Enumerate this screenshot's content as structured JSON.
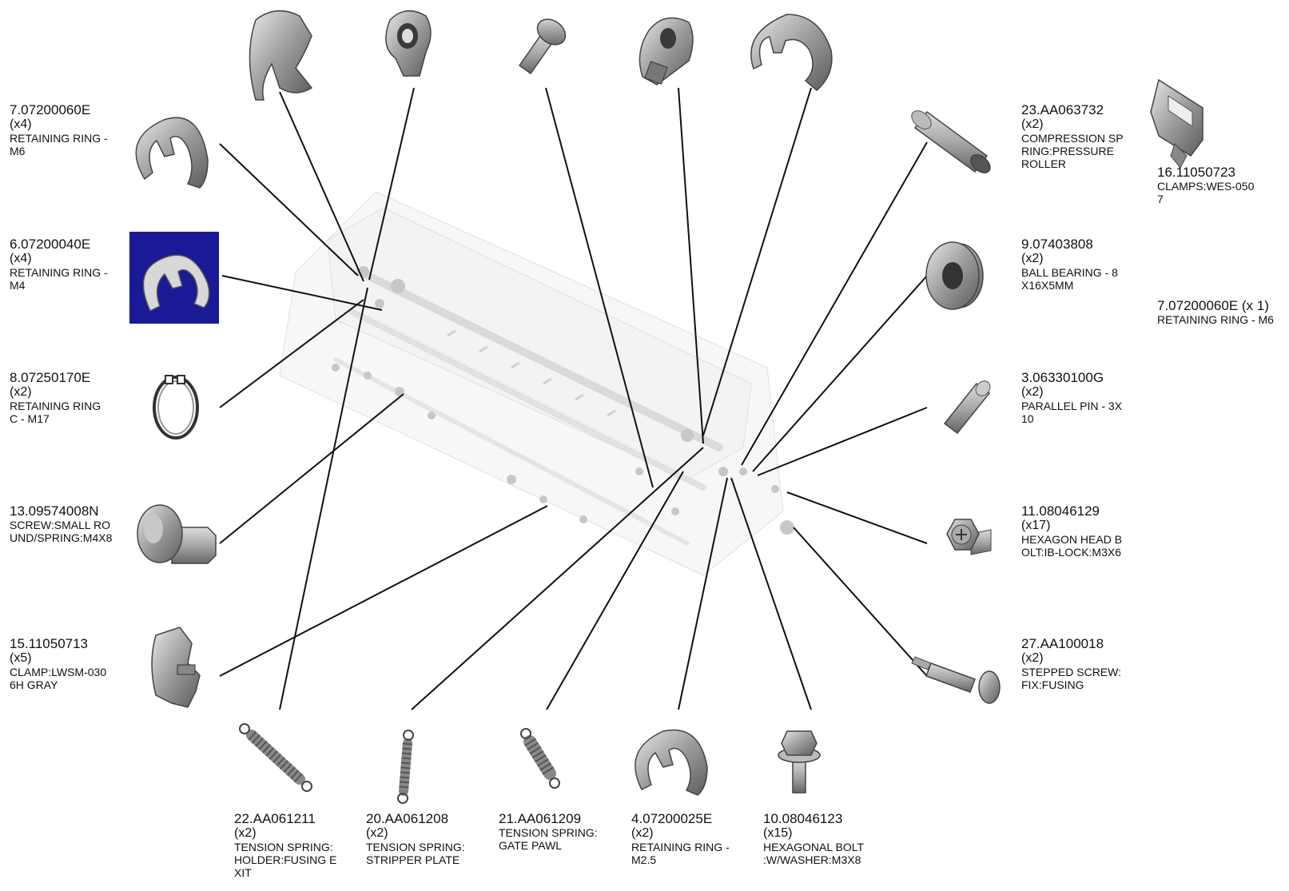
{
  "labels": {
    "c7": {
      "part": "7.07200060E",
      "qty": "(x4)",
      "desc": "RETAINING RING -\nM6"
    },
    "c6": {
      "part": "6.07200040E",
      "qty": "(x4)",
      "desc": "RETAINING RING -\nM4"
    },
    "c8": {
      "part": "8.07250170E",
      "qty": "(x2)",
      "desc": "RETAINING RING\nC - M17"
    },
    "c13": {
      "part": "13.09574008N",
      "desc": "SCREW:SMALL RO\nUND/SPRING:M4X8"
    },
    "c15": {
      "part": "15.11050713",
      "qty": "(x5)",
      "desc": "CLAMP:LWSM-030\n6H GRAY"
    },
    "c23": {
      "part": "23.AA063732",
      "qty": "(x2)",
      "desc": "COMPRESSION SP\nRING:PRESSURE\nROLLER"
    },
    "c16": {
      "part": "16.11050723",
      "desc": "CLAMPS:WES-050\n7"
    },
    "c9": {
      "part": "9.07403808",
      "qty": "(x2)",
      "desc": "BALL BEARING - 8\nX16X5MM"
    },
    "c7b": {
      "part": "7.07200060E (x 1)",
      "desc": "RETAINING RING - M6"
    },
    "c3": {
      "part": "3.06330100G",
      "qty": "(x2)",
      "desc": "PARALLEL PIN - 3X\n10"
    },
    "c11": {
      "part": "11.08046129",
      "qty": "(x17)",
      "desc": "HEXAGON HEAD B\nOLT:IB-LOCK:M3X6"
    },
    "c27": {
      "part": "27.AA100018",
      "qty": "(x2)",
      "desc": "STEPPED SCREW:\nFIX:FUSING"
    },
    "c22": {
      "part": "22.AA061211",
      "qty": "(x2)",
      "desc": "TENSION SPRING:\nHOLDER:FUSING E\nXIT"
    },
    "c20": {
      "part": "20.AA061208",
      "qty": "(x2)",
      "desc": "TENSION SPRING:\nSTRIPPER PLATE"
    },
    "c21": {
      "part": "21.AA061209",
      "desc": "TENSION SPRING:\nGATE PAWL"
    },
    "c4": {
      "part": "4.07200025E",
      "qty": "(x2)",
      "desc": "RETAINING RING -\nM2.5"
    },
    "c10": {
      "part": "10.08046123",
      "qty": "(x15)",
      "desc": "HEXAGONAL BOLT\n:W/WASHER:M3X8"
    }
  },
  "colors": {
    "highlight_bg": "#1a1a96",
    "leader_line": "#111111",
    "part_gray": "#9a9a9a"
  }
}
